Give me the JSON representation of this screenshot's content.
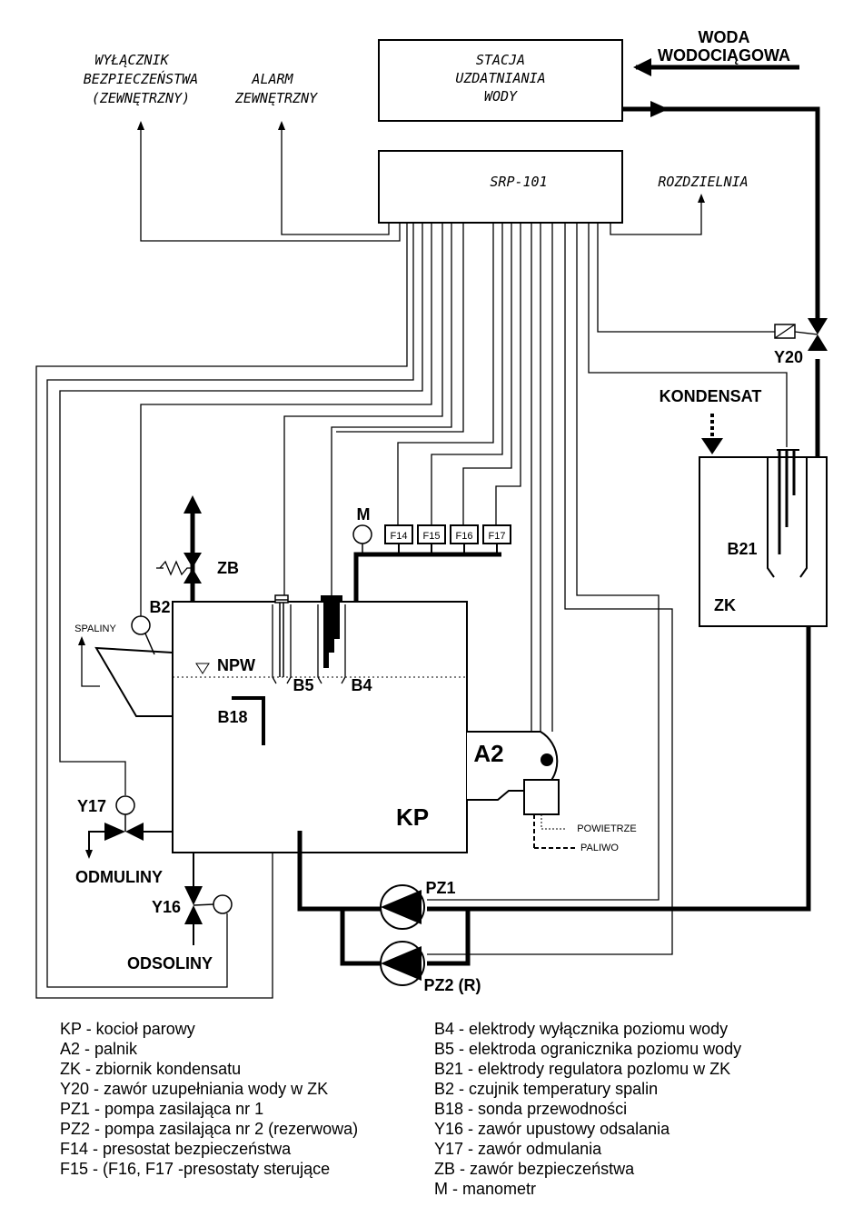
{
  "boxes": {
    "stacja": [
      "STACJA",
      "UZDATNIANIA",
      "WODY"
    ],
    "srp": "SRP-101"
  },
  "labels": {
    "woda": [
      "WODA",
      "WODOCIĄGOWA"
    ],
    "wylacznik": [
      "WYŁĄCZNIK",
      "BEZPIECZEŃSTWA",
      "(ZEWNĘTRZNY)"
    ],
    "alarm": [
      "ALARM",
      "ZEWNĘTRZNY"
    ],
    "rozdzielnia": "ROZDZIELNIA",
    "y20": "Y20",
    "kondensat": "KONDENSAT",
    "b21": "B21",
    "zk": "ZK",
    "m": "M",
    "f14": "F14",
    "f15": "F15",
    "f16": "F16",
    "f17": "F17",
    "zb": "ZB",
    "b2": "B2",
    "spaliny": "SPALINY",
    "npw": "NPW",
    "b5": "B5",
    "b4": "B4",
    "b18": "B18",
    "a2": "A2",
    "kp": "KP",
    "powietrze": "POWIETRZE",
    "paliwo": "PALIWO",
    "y17": "Y17",
    "odmuliny": "ODMULINY",
    "y16": "Y16",
    "odsoliny": "ODSOLINY",
    "pz1": "PZ1",
    "pz2": "PZ2 (R)"
  },
  "legend_left": [
    "KP   - kocioł parowy",
    "A2   - palnik",
    "ZK   - zbiornik kondensatu",
    "Y20 - zawór uzupełniania wody w ZK",
    "PZ1 - pompa zasilająca nr 1",
    "PZ2 - pompa zasilająca nr 2 (rezerwowa)",
    "F14 - presostat bezpieczeństwa",
    "F15 - (F16, F17 -presostaty sterujące"
  ],
  "legend_right": [
    "B4   - elektrody wyłącznika poziomu wody",
    "B5   - elektroda ogranicznika poziomu wody",
    "B21 - elektrody regulatora pozlomu w ZK",
    "B2   - czujnik temperatury spalin",
    "B18 - sonda przewodności",
    "Y16 - zawór upustowy odsalania",
    "Y17 - zawór odmulania",
    "ZB   - zawór bezpieczeństwa",
    "M     - manometr"
  ]
}
